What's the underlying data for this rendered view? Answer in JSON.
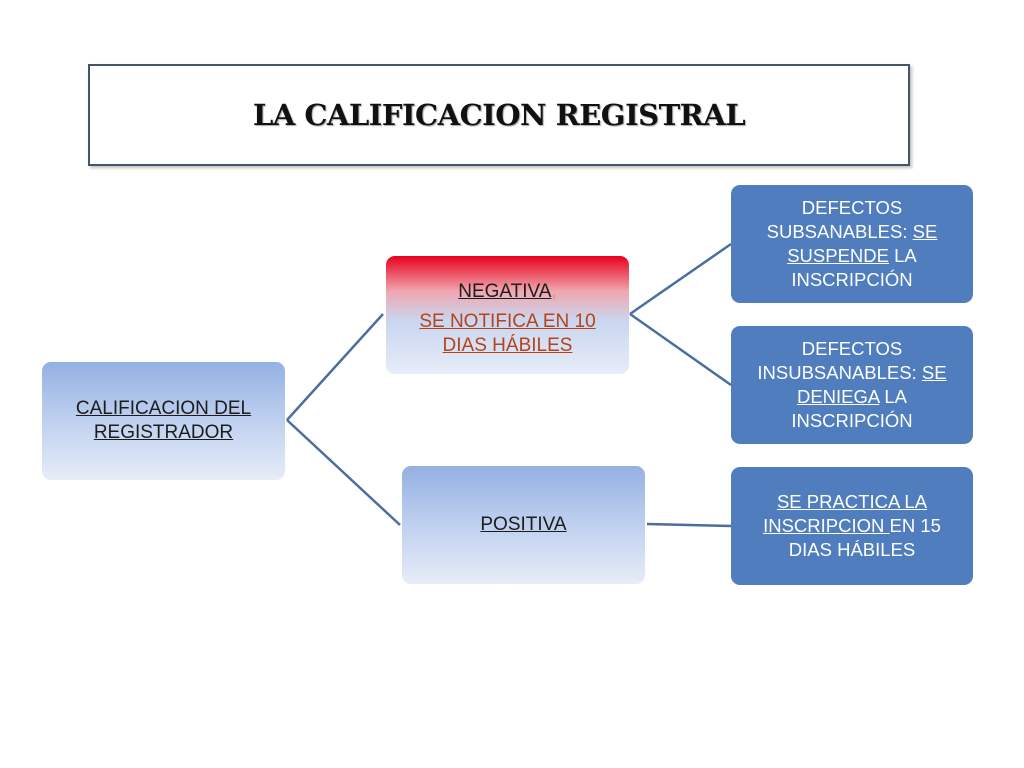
{
  "title": "LA CALIFICACION REGISTRAL",
  "root": {
    "line1": "CALIFICACION DEL",
    "line2": "REGISTRADOR"
  },
  "negative": {
    "label": "NEGATIVA",
    "comma": ",",
    "line2": "SE NOTIFICA EN 10",
    "line3": "DIAS HÁBILES"
  },
  "positive": {
    "label": "POSITIVA"
  },
  "subsanables": {
    "line1": "DEFECTOS",
    "line2_plain": "SUBSANABLES: ",
    "line2_u": "SE",
    "line3_u": "SUSPENDE",
    "line3_plain": " LA",
    "line4": "INSCRIPCIÓN"
  },
  "insubsanables": {
    "line1": "DEFECTOS",
    "line2_plain": "INSUBSANABLES: ",
    "line2_u": "SE",
    "line3_u": "DENIEGA",
    "line3_plain": " LA",
    "line4": "INSCRIPCIÓN"
  },
  "practica": {
    "line1_u": "SE PRACTICA LA",
    "line2_u": "INSCRIPCION ",
    "line2_plain": "EN 15",
    "line3": "DIAS HÁBILES"
  },
  "colors": {
    "connector": "#4a6e9e",
    "dark_node": "#4f7dbe",
    "negative_top": "#e8001b",
    "link_text": "#b5431a"
  }
}
